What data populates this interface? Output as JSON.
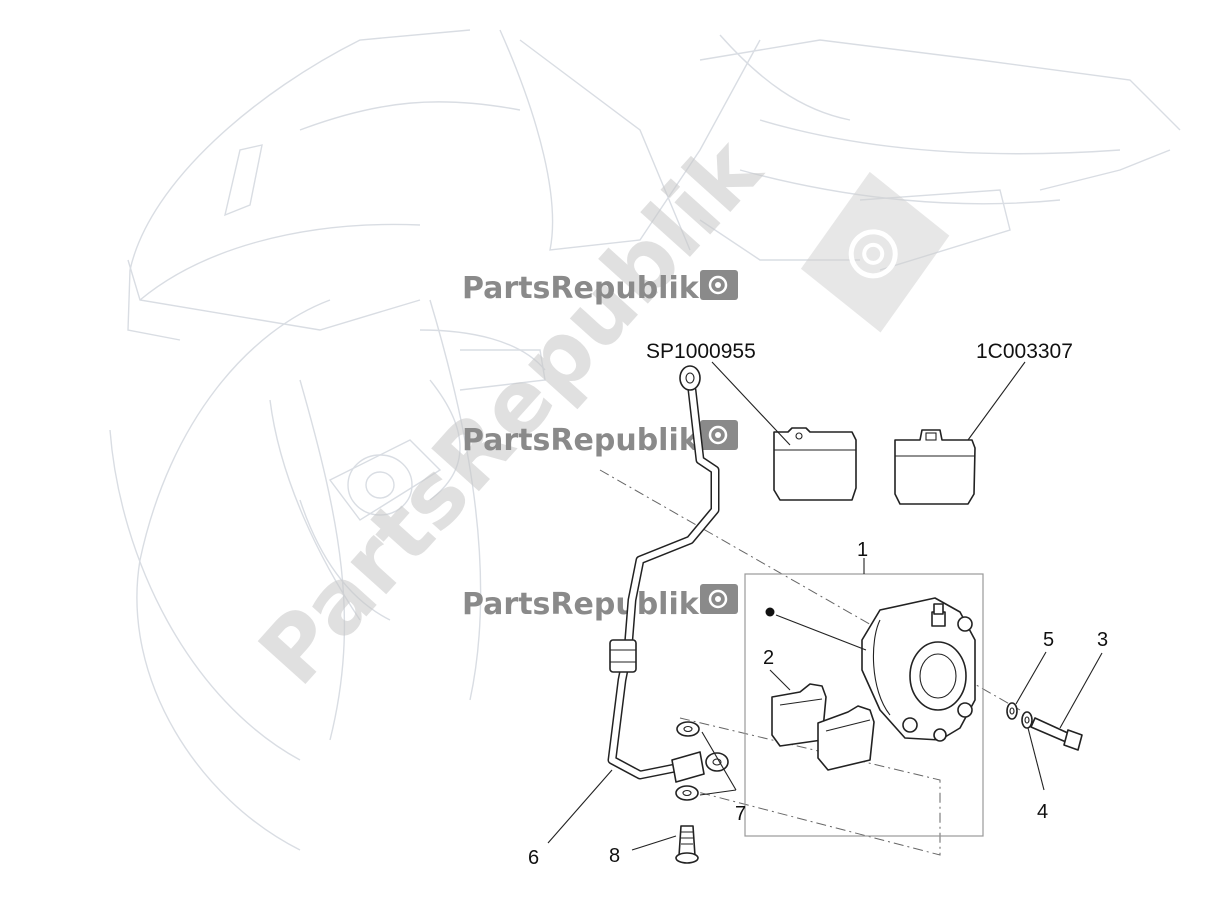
{
  "watermark": {
    "brand": "PartsRepublik",
    "gear_icon": "gear-flag-icon"
  },
  "part_codes": [
    {
      "code": "SP1000955"
    },
    {
      "code": "1C003307"
    }
  ],
  "callouts": [
    "1",
    "2",
    "3",
    "4",
    "5",
    "6",
    "7",
    "8"
  ],
  "colors": {
    "line": "#222222",
    "ghost": "#d9dde3",
    "watermark": "#8a8a8a"
  }
}
